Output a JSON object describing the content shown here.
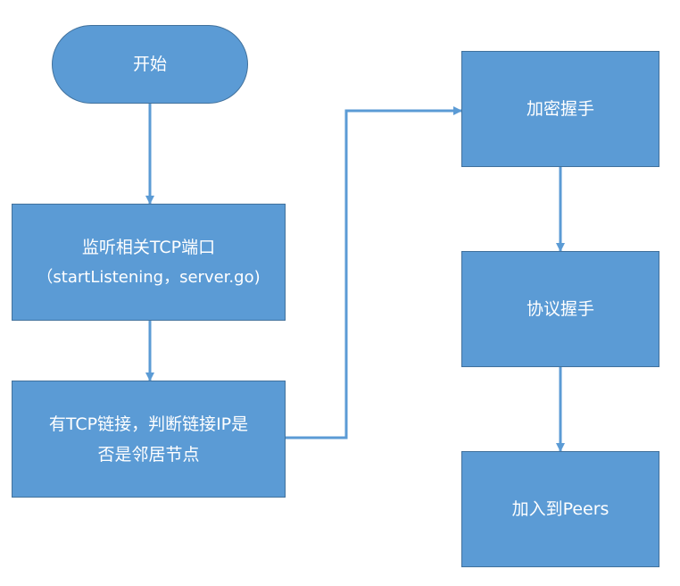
{
  "nodes": {
    "start": "开始",
    "listen_line1": "监听相关TCP端口",
    "listen_line2": "（startListening，server.go)",
    "tcp_line1": "有TCP链接，判断链接IP是",
    "tcp_line2": "否是邻居节点",
    "encrypt": "加密握手",
    "protocol": "协议握手",
    "join": "加入到Peers"
  },
  "colors": {
    "node_fill": "#5b9bd5",
    "node_border": "#41719c",
    "edge": "#5b9bd5",
    "text": "#ffffff"
  }
}
